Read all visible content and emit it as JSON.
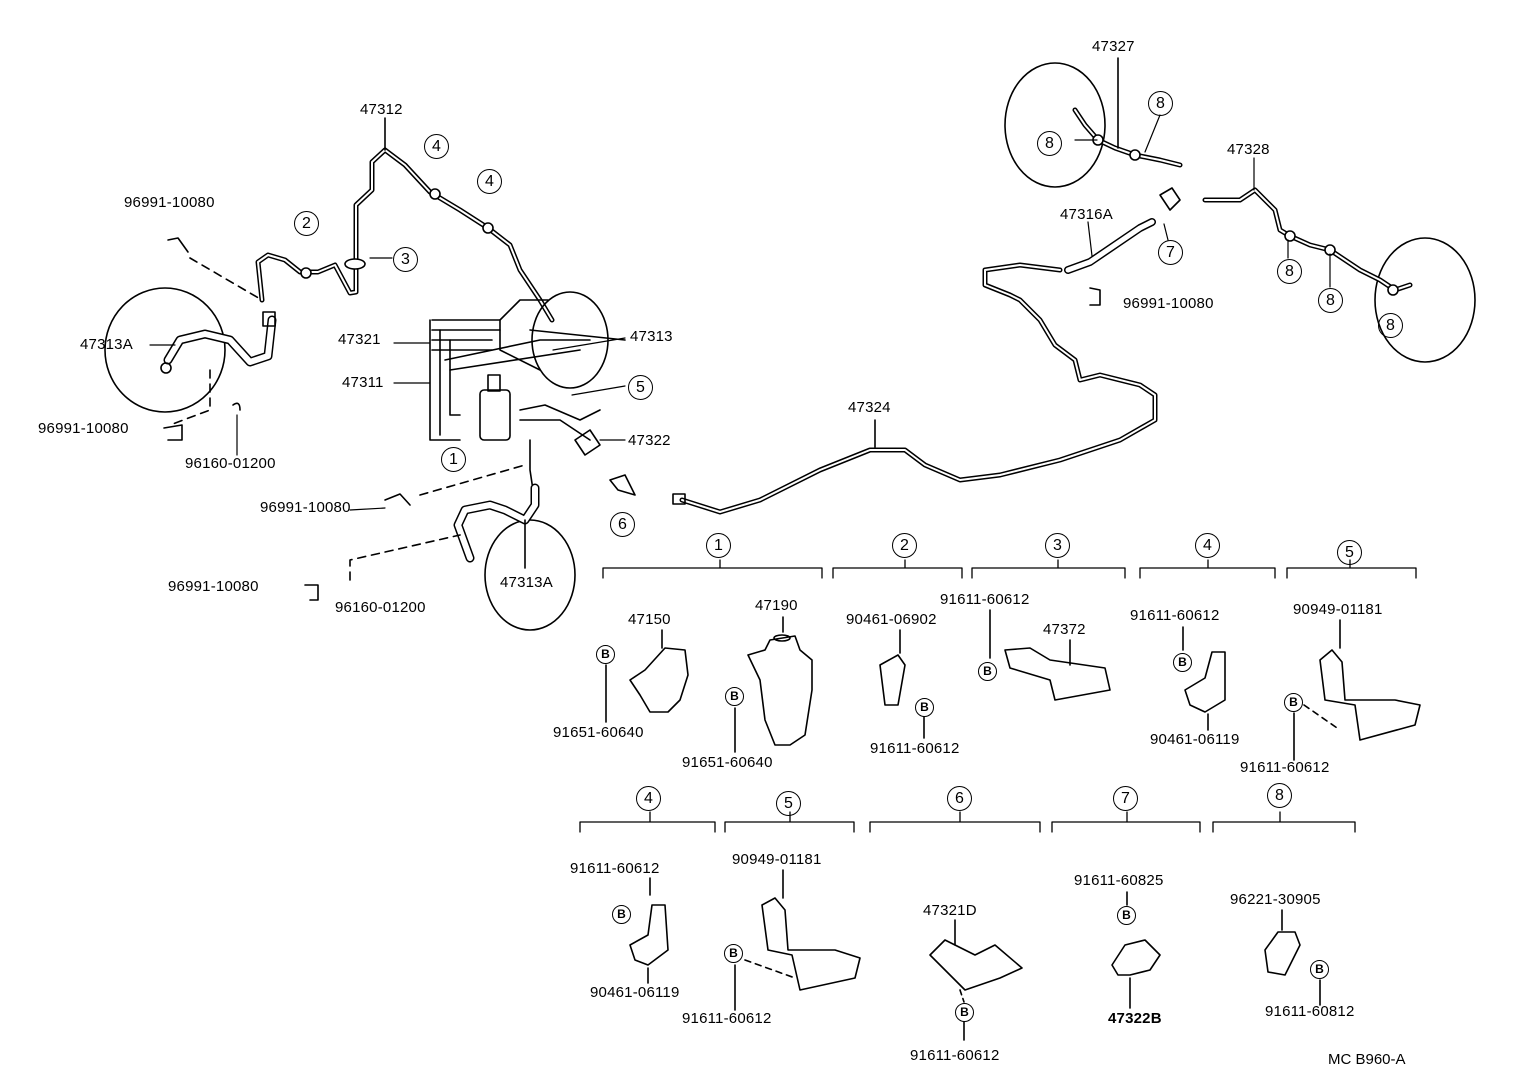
{
  "diagram_code": "MC B960-A",
  "bolt_symbol": "B",
  "callouts": [
    "1",
    "2",
    "3",
    "4",
    "5",
    "6",
    "7",
    "8"
  ],
  "part_labels": {
    "p47312": "47312",
    "p96991_a": "96991-10080",
    "p47313A_l": "47313A",
    "p47321": "47321",
    "p47311": "47311",
    "p47313": "47313",
    "p47322": "47322",
    "p96991_b": "96991-10080",
    "p96160_a": "96160-01200",
    "p96991_c": "96991-10080",
    "p96991_d": "96991-10080",
    "p96160_b": "96160-01200",
    "p47313A_b": "47313A",
    "p47324": "47324",
    "p47327": "47327",
    "p47328": "47328",
    "p47316A": "47316A",
    "p96991_e": "96991-10080"
  },
  "detail_top": {
    "d1": {
      "num": "1",
      "a": "47150",
      "b": "47190",
      "c": "91651-60640",
      "d": "91651-60640"
    },
    "d2": {
      "num": "2",
      "a": "90461-06902",
      "b": "91611-60612"
    },
    "d3": {
      "num": "3",
      "a": "91611-60612",
      "b": "47372"
    },
    "d4": {
      "num": "4",
      "a": "91611-60612",
      "b": "90461-06119"
    },
    "d5": {
      "num": "5",
      "a": "90949-01181",
      "b": "91611-60612"
    }
  },
  "detail_bottom": {
    "d4": {
      "num": "4",
      "a": "91611-60612",
      "b": "90461-06119"
    },
    "d5": {
      "num": "5",
      "a": "90949-01181",
      "b": "91611-60612"
    },
    "d6": {
      "num": "6",
      "a": "47321D",
      "b": "91611-60612"
    },
    "d7": {
      "num": "7",
      "a": "91611-60825",
      "b": "47322B"
    },
    "d8": {
      "num": "8",
      "a": "96221-30905",
      "b": "91611-60812"
    }
  }
}
